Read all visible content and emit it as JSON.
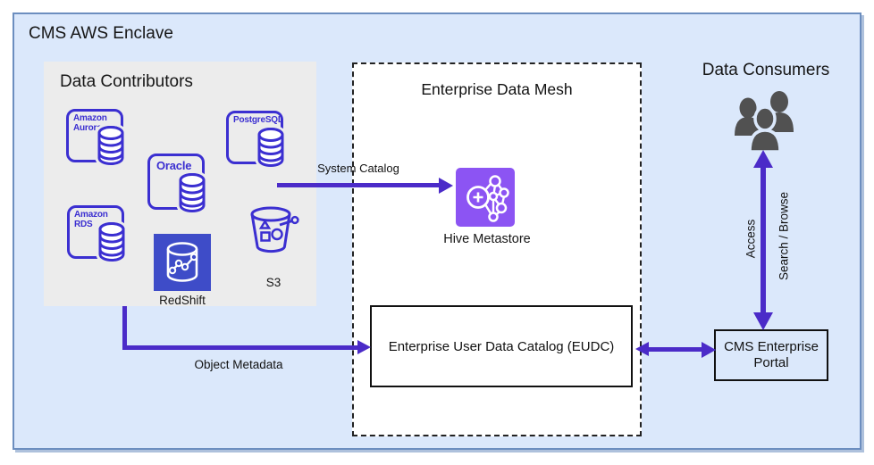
{
  "title": "CMS AWS Enclave",
  "colors": {
    "enclave_fill": "#dbe8fb",
    "enclave_border": "#6c8ebf",
    "contributors_fill": "#ececec",
    "indigo": "#3b2fd1",
    "arrow": "#4b2bc8",
    "redshift_fill": "#3e4cc8",
    "hive_fill": "#8c54f3",
    "people": "#515151",
    "box_border": "#111111"
  },
  "contributors": {
    "title": "Data Contributors",
    "aurora_label": "Amazon\nAurora",
    "postgresql_label": "PostgreSQL",
    "oracle_label": "Oracle",
    "rds_label": "Amazon\nRDS",
    "redshift_label": "RedShift",
    "s3_label": "S3"
  },
  "mesh": {
    "title": "Enterprise Data Mesh",
    "hive_label": "Hive Metastore",
    "eudc_label": "Enterprise User Data Catalog (EUDC)"
  },
  "consumers": {
    "title": "Data Consumers",
    "portal_label": "CMS Enterprise\nPortal"
  },
  "arrows": {
    "system_catalog": "System Catalog",
    "object_metadata": "Object Metadata",
    "access": "Access",
    "search_browse": "Search / Browse"
  }
}
